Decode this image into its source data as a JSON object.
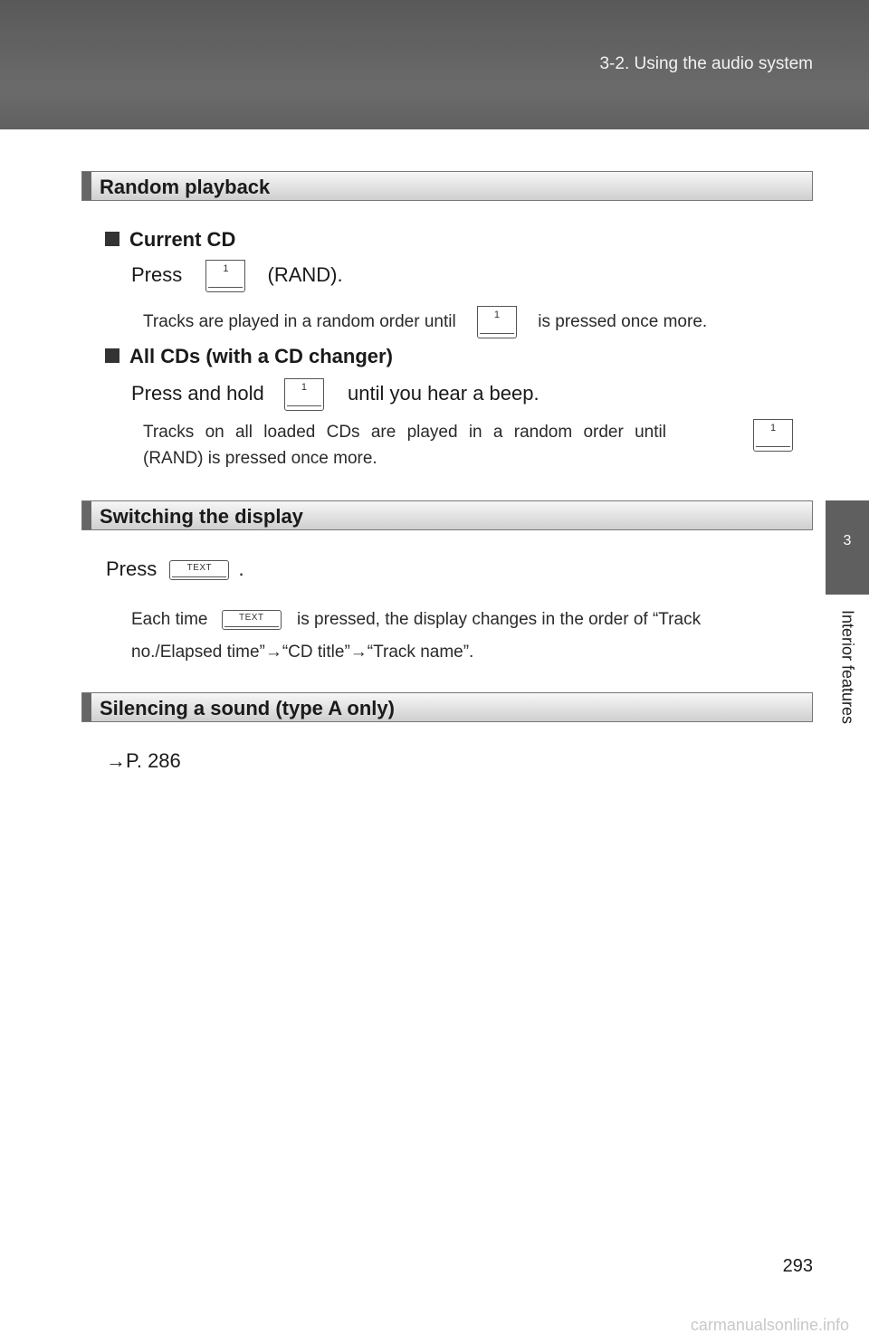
{
  "header": {
    "title": "3-2. Using the audio system"
  },
  "side_tab": {
    "number": "3",
    "label": "Interior features"
  },
  "key_label_1": "1",
  "key_label_text": "TEXT",
  "random_playback": {
    "heading": "Random playback",
    "current_cd": {
      "heading": "Current CD",
      "instruction_before": "Press",
      "instruction_after": "(RAND).",
      "note_before": "Tracks are played in a random order until",
      "note_after": "is pressed once more."
    },
    "all_cds": {
      "heading": "All CDs (with a CD changer)",
      "instruction_before": "Press and hold",
      "instruction_after": "until you hear a beep.",
      "note_line1": "Tracks on all loaded CDs are played in a random order until",
      "note_line2": "(RAND) is pressed once more."
    }
  },
  "switching_display": {
    "heading": "Switching the display",
    "instruction_before": "Press",
    "instruction_after": ".",
    "note_before": "Each time",
    "note_after": "is pressed, the display changes in the order of “Track",
    "note_line2": "no./Elapsed time”→“CD title”→“Track name”."
  },
  "silencing": {
    "heading": "Silencing a sound (type A only)",
    "reference": "→P. 286"
  },
  "page_number": "293",
  "watermark": "carmanualsonline.info"
}
